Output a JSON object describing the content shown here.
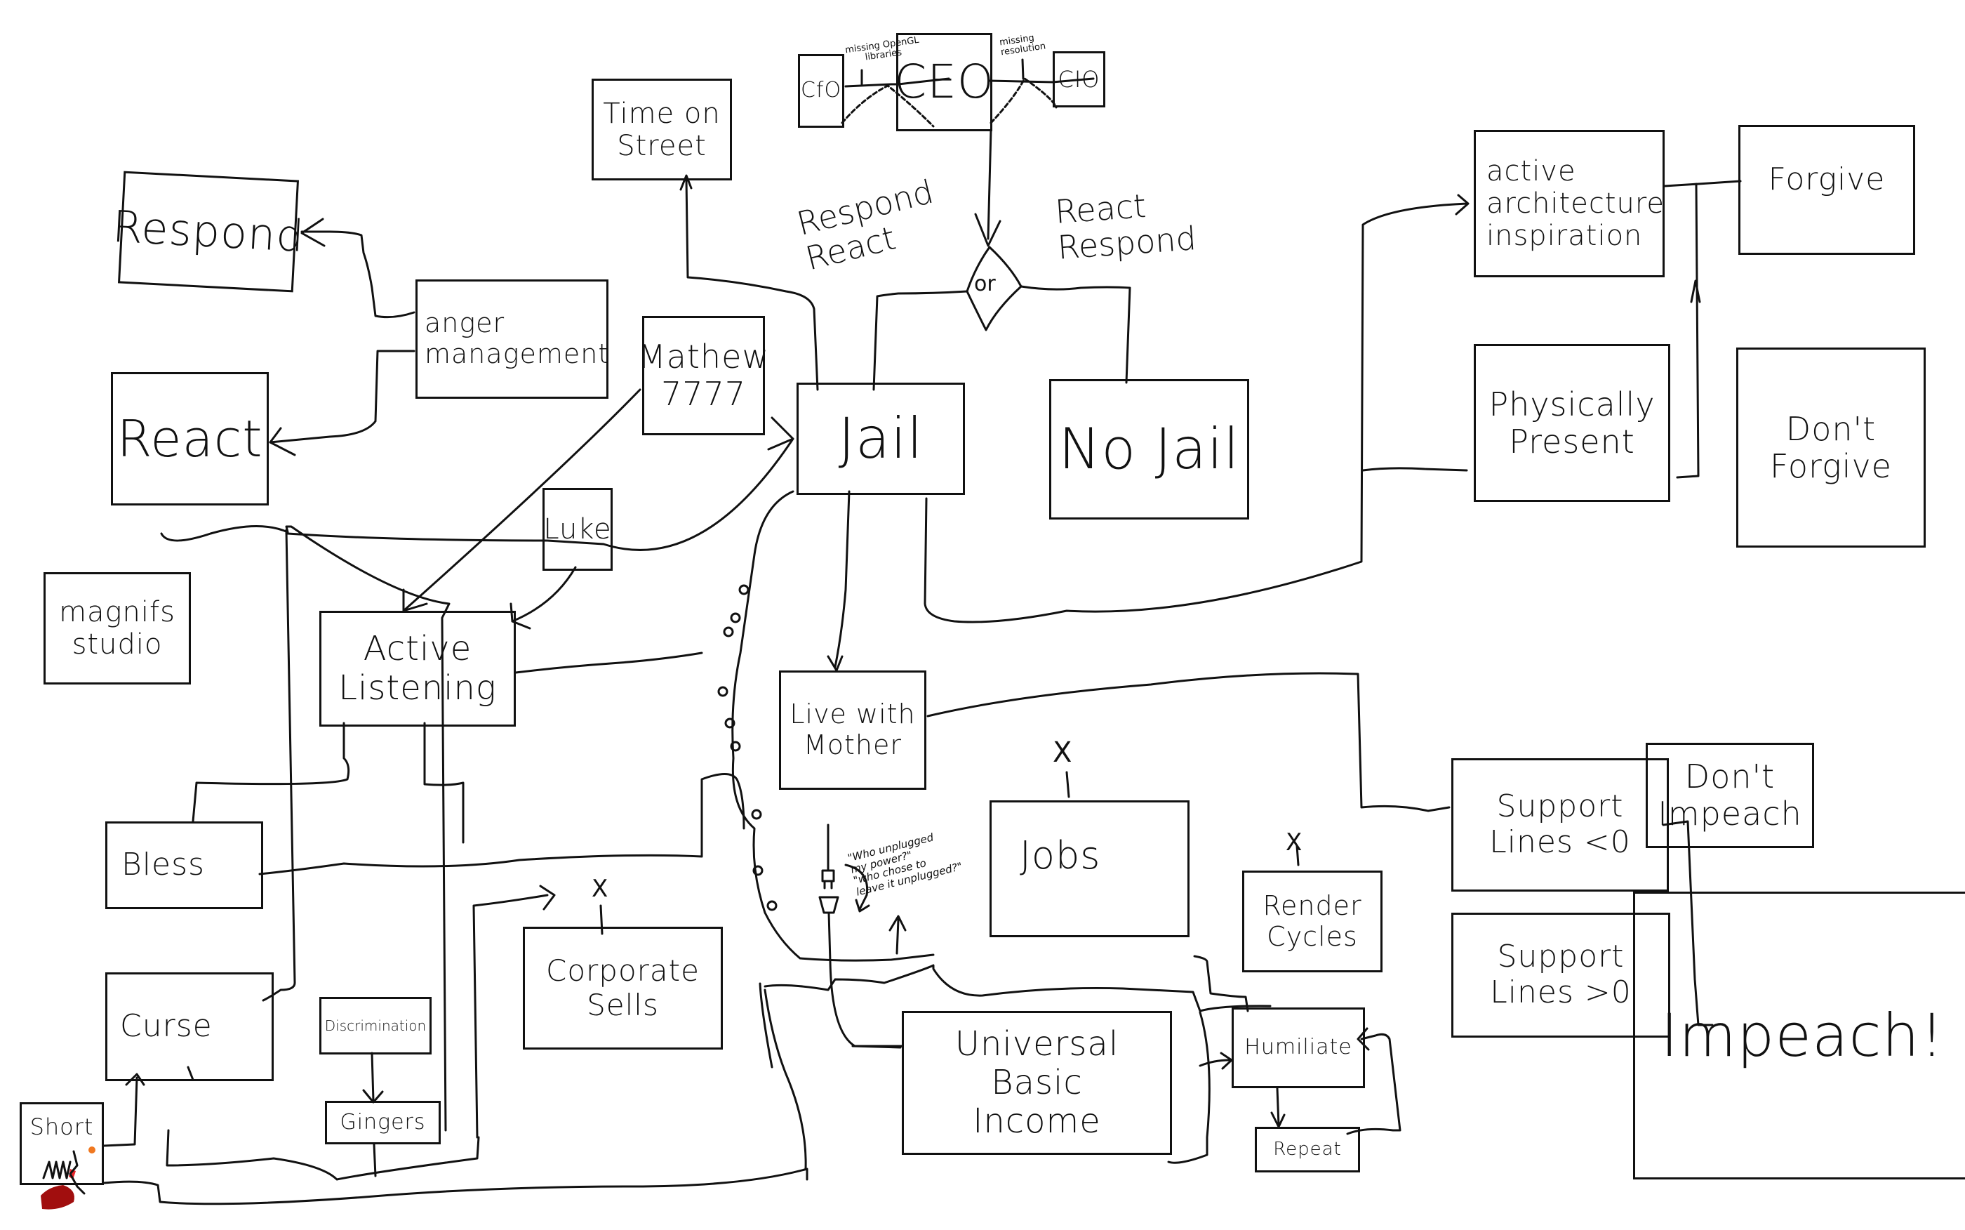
{
  "diagram": {
    "title": "",
    "nodes": {
      "cfo": "CfO",
      "ceo": "CEO",
      "cio": "CIO",
      "time_on_street": "Time on\nStreet",
      "respond": "Respond",
      "anger_management": "anger\nmanagement",
      "react": "React",
      "matthew": "Mathew\n7777",
      "jail": "Jail",
      "no_jail": "No Jail",
      "or": "or",
      "luke": "Luke",
      "magnifs_studio": "magnifs\nstudio",
      "active_listening": "Active\nListening",
      "live_with_mother": "Live with\nMother",
      "bless": "Bless",
      "curse": "Curse",
      "discrimination": "Discrimination",
      "gingers": "Gingers",
      "corporate_sells": "Corporate\nSells",
      "jobs": "Jobs",
      "render_cycles": "Render\nCycles",
      "humiliate": "Humiliate",
      "repeat": "Repeat",
      "universal_basic_income": "Universal Basic\nIncome",
      "short": "Short",
      "active_architecture": "active\narchitecture\ninspiration",
      "physically_present": "Physically\nPresent",
      "forgive": "Forgive",
      "dont_forgive": "Don't\nForgive",
      "support_lines_lt": "Support\nLines <0",
      "support_lines_gt": "Support\nLines >0",
      "dont_impeach": "Don't\nImpeach",
      "impeach": "Impeach!"
    },
    "annotations": {
      "missing_opengl": "missing OpenGL\nlibraries",
      "missing_resolution": "missing\nresolution",
      "respond_react": "Respond\nReact",
      "react_respond": "React\nRespond",
      "unplugged_quote": "\"Who unplugged\nmy power?\"\n\"who chose to\nleave it unplugged?\"",
      "x_mark": "X"
    },
    "colors": {
      "ink": "#111111",
      "blood": "#a10e0e",
      "blood_light": "#e8262a",
      "flame": "#f07820",
      "background": "#ffffff"
    }
  }
}
